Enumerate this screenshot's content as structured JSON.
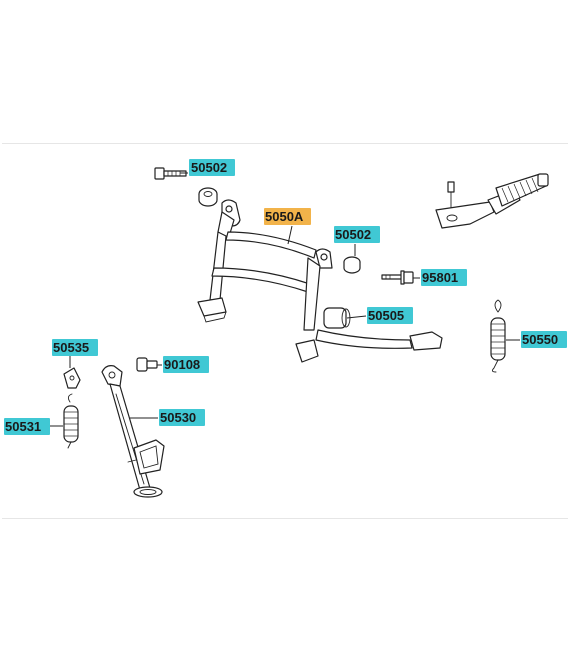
{
  "diagram": {
    "highlight_color": "#40c8d4",
    "primary_highlight_color": "#f2b34a",
    "parts": [
      {
        "id": "bolt-50502-a",
        "label": "50502",
        "icon": "hex-bolt-icon"
      },
      {
        "id": "collar-50502-b",
        "label": "50502",
        "icon": "collar-icon"
      },
      {
        "id": "main-stand",
        "label": "5050A",
        "icon": "main-stand-icon"
      },
      {
        "id": "bolt-95801",
        "label": "95801",
        "icon": "flange-bolt-icon"
      },
      {
        "id": "spring-holder",
        "label": "50505",
        "icon": "spring-holder-icon"
      },
      {
        "id": "spring-50550",
        "label": "50550",
        "icon": "spring-icon"
      },
      {
        "id": "plate-50535",
        "label": "50535",
        "icon": "bracket-plate-icon"
      },
      {
        "id": "bolt-90108",
        "label": "90108",
        "icon": "bolt-icon"
      },
      {
        "id": "spring-50531",
        "label": "50531",
        "icon": "spring-icon"
      },
      {
        "id": "side-stand",
        "label": "50530",
        "icon": "side-stand-icon"
      }
    ]
  }
}
